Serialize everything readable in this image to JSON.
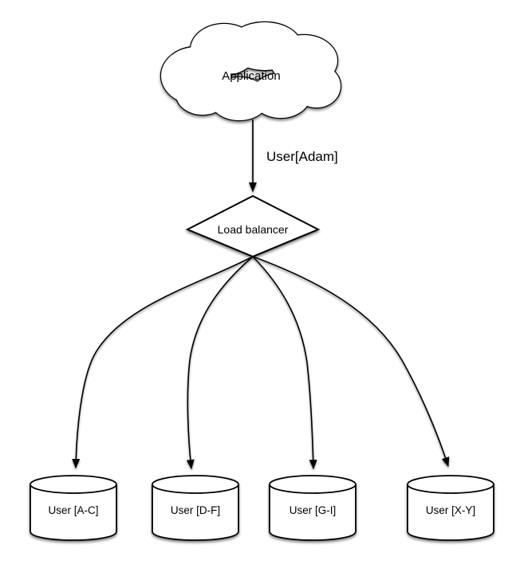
{
  "colors": {
    "background": "#ffffff",
    "shape_fill": "#ffffff",
    "stroke": "#000000",
    "text": "#000000"
  },
  "nodes": {
    "application": {
      "shape": "cloud",
      "label": "Application"
    },
    "load_balancer": {
      "shape": "diamond",
      "label": "Load balancer"
    },
    "shards": [
      {
        "shape": "cylinder",
        "label": "User [A-C]"
      },
      {
        "shape": "cylinder",
        "label": "User [D-F]"
      },
      {
        "shape": "cylinder",
        "label": "User [G-I]"
      },
      {
        "shape": "cylinder",
        "label": "User [X-Y]"
      }
    ]
  },
  "edges": {
    "request": {
      "from": "application",
      "to": "load_balancer",
      "label": "User[Adam]"
    },
    "routes": [
      {
        "from": "load_balancer",
        "to": "shard-0"
      },
      {
        "from": "load_balancer",
        "to": "shard-1"
      },
      {
        "from": "load_balancer",
        "to": "shard-2"
      },
      {
        "from": "load_balancer",
        "to": "shard-3"
      }
    ]
  }
}
